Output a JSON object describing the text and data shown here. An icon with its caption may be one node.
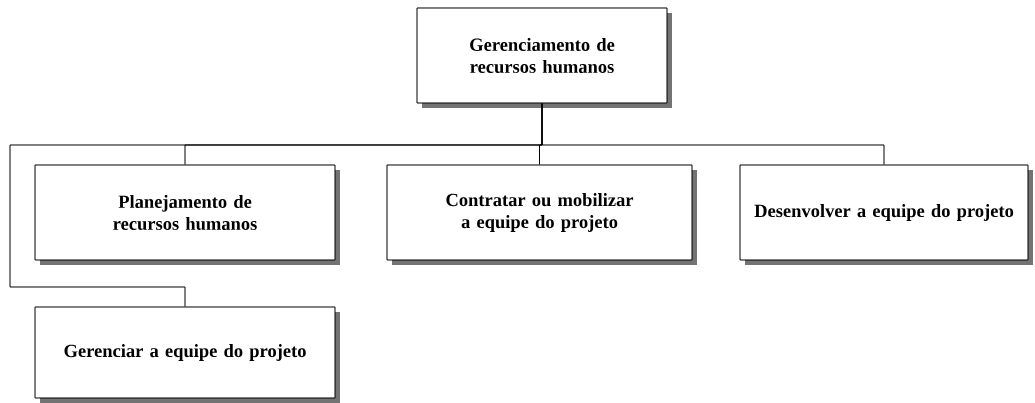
{
  "diagram": {
    "nodes": [
      {
        "text": [
          "Gerenciamento de recursos humanos"
        ]
      },
      {
        "text": [
          "Planejamento de recursos humanos"
        ]
      },
      {
        "text": [
          "Contratar ou mobilizar a equipe do projeto"
        ]
      },
      {
        "text": [
          "Desenvolver a equipe do projeto"
        ]
      },
      {
        "text": [
          "Gerenciar a equipe do projeto"
        ]
      }
    ],
    "edges": [
      {
        "from": 0,
        "to": 1,
        "arrow": "none"
      },
      {
        "from": 0,
        "to": 2,
        "arrow": "none"
      },
      {
        "from": 0,
        "to": 3,
        "arrow": "none"
      },
      {
        "from": 0,
        "to": 4,
        "arrow": "none"
      }
    ]
  }
}
